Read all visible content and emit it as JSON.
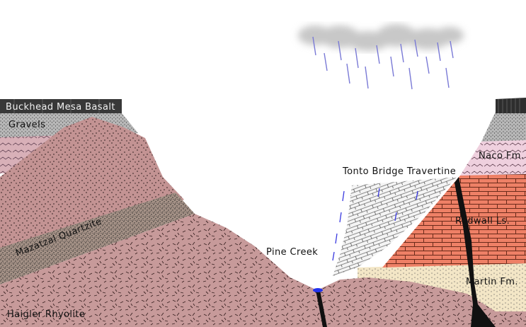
{
  "labels": {
    "buckhead": "Buckhead Mesa Basalt",
    "gravels": "Gravels",
    "mazatzal": "Mazatzal Quartzite",
    "haigler": "Haigler Rhyolite",
    "pine_creek": "Pine Creek",
    "tonto": "Tonto Bridge Travertine",
    "naco": "Naco Fm.",
    "redwall": "Redwall Ls.",
    "martin": "Martin Fm."
  },
  "colors": {
    "rhyolite": "#c79a9a",
    "quartzite": "#c39393",
    "quartzite_band": "#a59287",
    "gravels": "#b8b8b8",
    "basalt": "#3a3a3a",
    "naco": "#efd0de",
    "redwall": "#ee8066",
    "martin": "#f3e6c6",
    "travertine": "#f4f4f4",
    "water": "#2233ee",
    "rain": "#7a7ad6",
    "cloud": "#c8c8c8"
  }
}
